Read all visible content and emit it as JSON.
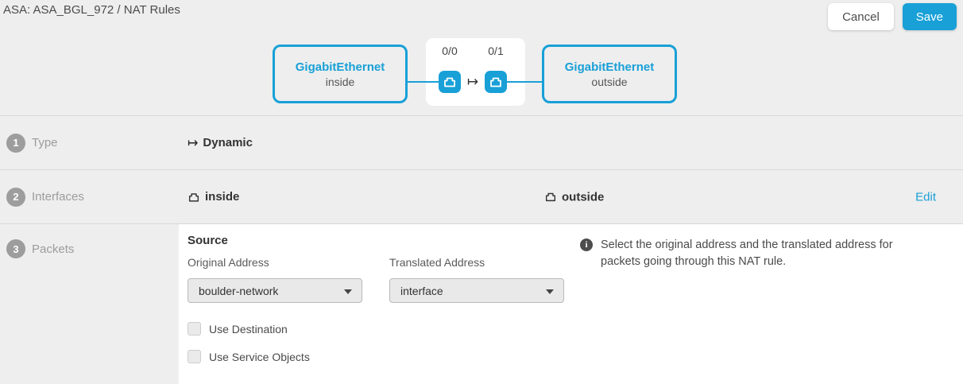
{
  "header": {
    "title": "ASA: ASA_BGL_972 / NAT Rules",
    "cancel_label": "Cancel",
    "save_label": "Save"
  },
  "diagram": {
    "inside_box": {
      "title": "GigabitEthernet",
      "subtitle": "inside"
    },
    "outside_box": {
      "title": "GigabitEthernet",
      "subtitle": "outside"
    },
    "port_left_label": "0/0",
    "port_right_label": "0/1",
    "arrow_glyph": "↦"
  },
  "steps": {
    "type": {
      "number": "1",
      "label": "Type"
    },
    "interfaces": {
      "number": "2",
      "label": "Interfaces"
    },
    "packets": {
      "number": "3",
      "label": "Packets"
    }
  },
  "type_row": {
    "arrow_glyph": "↦",
    "value": "Dynamic"
  },
  "interfaces_row": {
    "source_value": "inside",
    "destination_value": "outside",
    "edit_label": "Edit"
  },
  "packets_row": {
    "source_heading": "Source",
    "original_address": {
      "label": "Original Address",
      "value": "boulder-network"
    },
    "translated_address": {
      "label": "Translated Address",
      "value": "interface"
    },
    "info_icon_glyph": "i",
    "info_text": "Select the original address and the translated address for packets going through this NAT rule.",
    "use_destination": {
      "label": "Use Destination",
      "checked": false
    },
    "use_service_objects": {
      "label": "Use Service Objects",
      "checked": false
    }
  },
  "colors": {
    "accent_blue": "#18a0d7",
    "page_background": "#eeeeee",
    "panel_white": "#ffffff",
    "divider": "#d8d8d8",
    "label_gray": "#9c9c9c",
    "text_dark": "#333333"
  }
}
